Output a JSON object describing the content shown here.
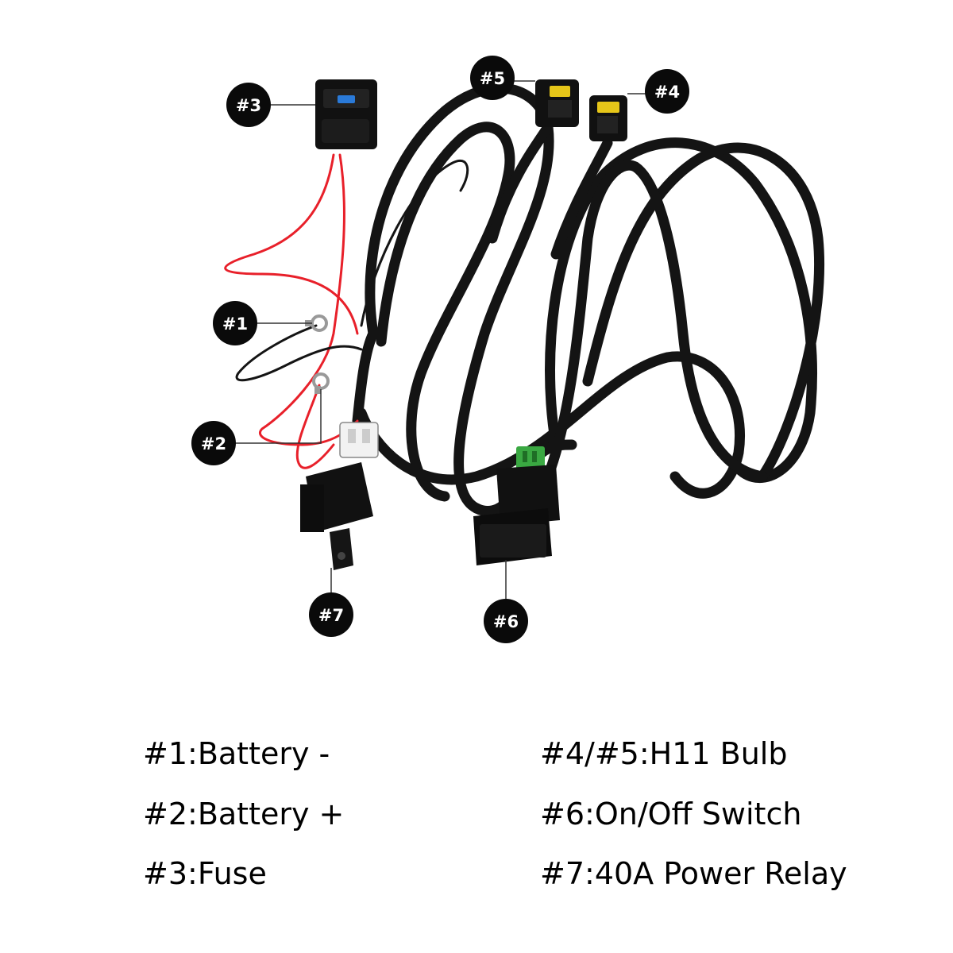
{
  "colors": {
    "cable": "#141414",
    "red_wire": "#e8202a",
    "badge_bg": "#0a0a0a",
    "badge_text": "#ffffff",
    "connector_yellow": "#e6c619",
    "connector_green": "#3aa842",
    "leader_line": "#333333"
  },
  "diagram": {
    "callouts": [
      {
        "id": "1",
        "label": "#1"
      },
      {
        "id": "2",
        "label": "#2"
      },
      {
        "id": "3",
        "label": "#3"
      },
      {
        "id": "4",
        "label": "#4"
      },
      {
        "id": "5",
        "label": "#5"
      },
      {
        "id": "6",
        "label": "#6"
      },
      {
        "id": "7",
        "label": "#7"
      }
    ],
    "component_icons": [
      "ring-terminal-negative-icon",
      "ring-terminal-positive-icon",
      "fuse-holder-icon",
      "h11-connector-icon",
      "on-off-switch-icon",
      "power-relay-icon"
    ]
  },
  "legend": {
    "items": [
      {
        "text": "#1:Battery -"
      },
      {
        "text": "#4/#5:H11 Bulb"
      },
      {
        "text": "#2:Battery +"
      },
      {
        "text": "#6:On/Off Switch"
      },
      {
        "text": "#3:Fuse"
      },
      {
        "text": "#7:40A Power Relay"
      }
    ]
  }
}
